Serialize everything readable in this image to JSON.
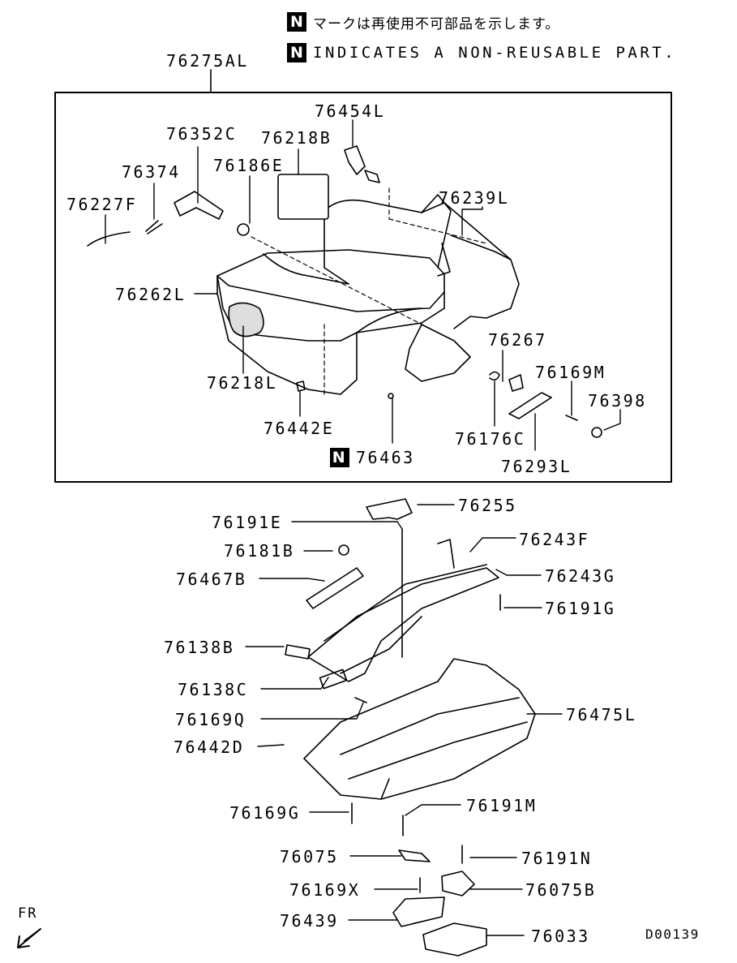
{
  "notes": {
    "symbol": "N",
    "japanese": "マークは再使用不可部品を示します。",
    "english": "INDICATES A NON-REUSABLE PART."
  },
  "assembly_label": "76275AL",
  "parts": {
    "p76454L": "76454L",
    "p76352C": "76352C",
    "p76218B": "76218B",
    "p76374": "76374",
    "p76186E": "76186E",
    "p76239L": "76239L",
    "p76227F": "76227F",
    "p76262L": "76262L",
    "p76267": "76267",
    "p76169M": "76169M",
    "p76398": "76398",
    "p76218L": "76218L",
    "p76442E": "76442E",
    "p76176C": "76176C",
    "p76463": "76463",
    "p76293L": "76293L",
    "p76255": "76255",
    "p76191E": "76191E",
    "p76243F": "76243F",
    "p76181B": "76181B",
    "p76467B": "76467B",
    "p76243G": "76243G",
    "p76191G": "76191G",
    "p76138B": "76138B",
    "p76138C": "76138C",
    "p76169Q": "76169Q",
    "p76475L": "76475L",
    "p76442D": "76442D",
    "p76169G": "76169G",
    "p76191M": "76191M",
    "p76075": "76075",
    "p76191N": "76191N",
    "p76169X": "76169X",
    "p76075B": "76075B",
    "p76439": "76439",
    "p76033": "76033"
  },
  "direction_label": "FR",
  "drawing_code": "D00139"
}
